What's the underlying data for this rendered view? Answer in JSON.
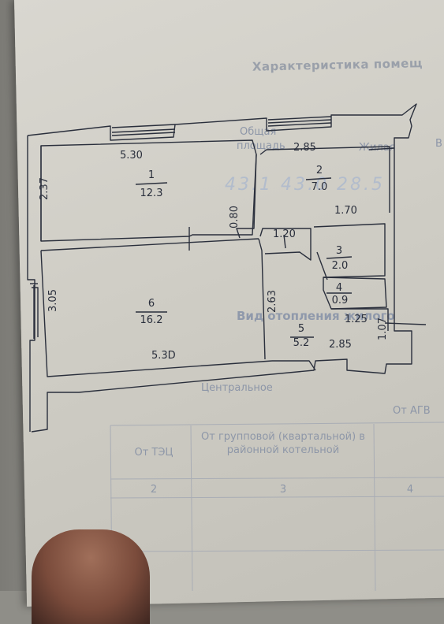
{
  "header": {
    "title": "Характеристика помещ",
    "ghost_column": "Общая",
    "ghost_area": "площадь",
    "ghost_living": "Жилая",
    "ghost_col_b": "В",
    "ghost_handwriting": "43.1  43.0  28.5"
  },
  "plan": {
    "rooms": [
      {
        "number": "1",
        "area": "12.3"
      },
      {
        "number": "2",
        "area": "7.0"
      },
      {
        "number": "3",
        "area": "2.0"
      },
      {
        "number": "4",
        "area": "0.9"
      },
      {
        "number": "5",
        "area": "5.2"
      },
      {
        "number": "6",
        "area": "16.2"
      }
    ],
    "dimensions": {
      "room1_width": "5.30",
      "room1_height": "2.37",
      "room1_partition": "0.80",
      "room2_width": "2.85",
      "room3_width": "1.70",
      "corridor_width": "1.20",
      "room6_height": "3.05",
      "room5_height": "2.63",
      "room6_width": "5.3D",
      "room5_width": "2.85",
      "room5_wall": "1.25",
      "room5_side": "1.07"
    }
  },
  "background": {
    "heading": "Вид отопления жилого",
    "central": "Центральное",
    "col_agv": "От АГВ",
    "col1": "От ТЭЦ",
    "col2": "От групповой (квартальной) в районной котельной",
    "num1": "2",
    "num2": "3",
    "num3": "4"
  }
}
